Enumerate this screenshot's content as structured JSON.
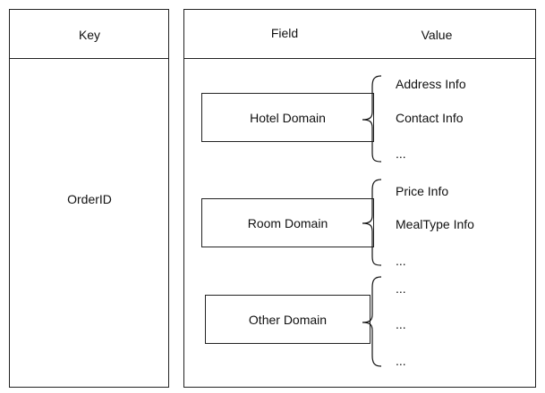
{
  "key_column": {
    "header": "Key",
    "value": "OrderID"
  },
  "field_column": {
    "header": "Field",
    "value_header": "Value"
  },
  "domains": [
    {
      "name": "Hotel Domain",
      "values": [
        "Address Info",
        "Contact Info",
        "..."
      ]
    },
    {
      "name": "Room Domain",
      "values": [
        "Price Info",
        "MealType Info",
        "..."
      ]
    },
    {
      "name": "Other Domain",
      "values": [
        "...",
        "...",
        "..."
      ]
    }
  ]
}
